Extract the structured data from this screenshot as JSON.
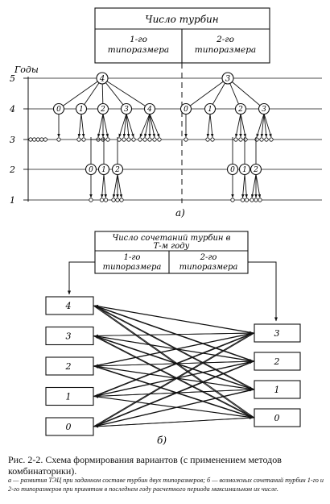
{
  "figure_a": {
    "header_title": "Число турбин",
    "col1": [
      "1-го",
      "типоразмера"
    ],
    "col2": [
      "2-го",
      "типоразмера"
    ],
    "axis_title": "Годы",
    "years": [
      "5",
      "4",
      "3",
      "2",
      "1"
    ],
    "root_left": "4",
    "root_right": "3",
    "left_level4": [
      "0",
      "1",
      "2",
      "3",
      "4"
    ],
    "right_level4": [
      "0",
      "1",
      "2",
      "3"
    ],
    "left_level2": [
      "0",
      "1",
      "2"
    ],
    "right_level2": [
      "0",
      "1",
      "2"
    ],
    "label": "а)"
  },
  "figure_b": {
    "header_title": [
      "Число сочетаний турбин в",
      "Т-м году"
    ],
    "col1": [
      "1-го",
      "типоразмера"
    ],
    "col2": [
      "2-го",
      "типоразмера"
    ],
    "left_boxes": [
      "4",
      "3",
      "2",
      "1",
      "0"
    ],
    "right_boxes": [
      "3",
      "2",
      "1",
      "0"
    ],
    "label": "б)"
  },
  "caption": {
    "title": "Рис. 2-2. Схема формирования вариантов (с применением методов комбинаторики).",
    "notes": "а — развития ТЭЦ при заданном составе турбин двух типоразмеров; б — возможных сочетаний турбин 1-го и 2-го типоразмеров при принятом в последнем году расчетного периода максимальном их числе."
  }
}
